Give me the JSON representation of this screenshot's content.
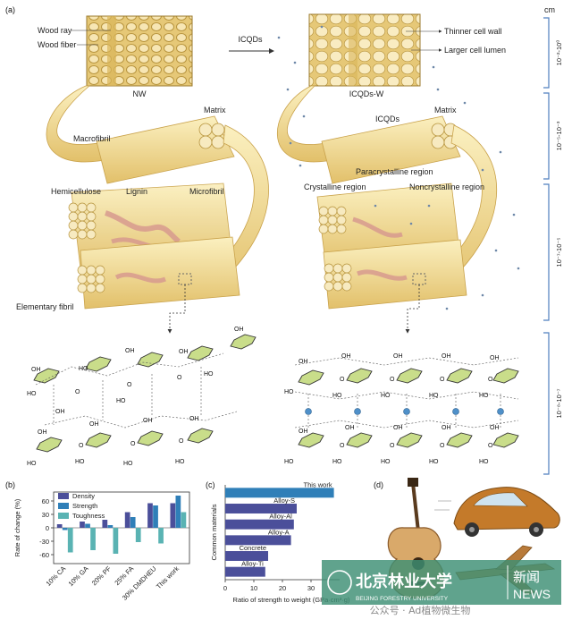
{
  "panel_a": {
    "label": "(a)",
    "nw": {
      "caption": "NW",
      "wood_ray": "Wood ray",
      "wood_fiber": "Wood fiber"
    },
    "arrow_label": "ICQDs",
    "icqds_w": {
      "caption": "ICQDs-W",
      "thinner_wall": "Thinner cell wall",
      "larger_lumen": "Larger cell lumen"
    },
    "left": {
      "macrofibril": "Macrofibril",
      "matrix": "Matrix",
      "hemicellulose": "Hemicellulose",
      "lignin": "Lignin",
      "microfibril": "Microfibril",
      "elementary_fibril": "Elementary fibril"
    },
    "right": {
      "icqds": "ICQDs",
      "matrix": "Matrix",
      "paracrystalline": "Paracrystalline region",
      "crystalline": "Crystalline region",
      "noncrystalline": "Noncrystalline region"
    },
    "scale": {
      "unit": "cm",
      "ranges": [
        "10⁻²-10⁰",
        "10⁻⁵-10⁻³",
        "10⁻⁷-10⁻⁵",
        "10⁻⁸-10⁻⁷"
      ]
    }
  },
  "panel_b": {
    "label": "(b)",
    "chart_data": {
      "type": "bar",
      "ylabel": "Rate of change (%)",
      "ylim": [
        -80,
        80
      ],
      "yticks": [
        60,
        30,
        0,
        -30,
        -60
      ],
      "categories": [
        "10% CA",
        "10% GA",
        "20% PF",
        "25% FA",
        "30% DMDHEU",
        "This work"
      ],
      "highlight_category": "This work",
      "series": [
        {
          "name": "Density",
          "color": "#4b4f9a",
          "values": [
            8,
            14,
            18,
            35,
            55,
            55
          ]
        },
        {
          "name": "Strength",
          "color": "#2f7fb8",
          "values": [
            -5,
            9,
            6,
            24,
            50,
            72
          ]
        },
        {
          "name": "Toughness",
          "color": "#5ab3b3",
          "values": [
            -55,
            -50,
            -58,
            -32,
            -35,
            35
          ]
        }
      ],
      "legend": "top-left"
    }
  },
  "panel_c": {
    "label": "(c)",
    "chart_data": {
      "type": "bar",
      "orientation": "horizontal",
      "xlabel": "Ratio of strength to weight (GPa·cm³·g)",
      "ylabel": "Common materials",
      "xlim": [
        0,
        40
      ],
      "xticks": [
        0,
        10,
        20,
        30
      ],
      "categories": [
        "This work",
        "Alloy-S",
        "Alloy-Al",
        "Alloy-A",
        "Concrete",
        "Alloy-Ti"
      ],
      "values": [
        38,
        25,
        24,
        23,
        15,
        14
      ],
      "colors": [
        "#2f7fb8",
        "#4b4f9a",
        "#4b4f9a",
        "#4b4f9a",
        "#4b4f9a",
        "#4b4f9a"
      ],
      "highlight_label_color": "#b03030"
    }
  },
  "panel_d": {
    "label": "(d)"
  },
  "watermark": {
    "school_cn": "北京林业大学",
    "news_cn": "新闻",
    "school_en": "BEIJING FORESTRY UNIVERSITY",
    "news_en": "NEWS",
    "account": "公众号 · Ad植物微生物"
  }
}
